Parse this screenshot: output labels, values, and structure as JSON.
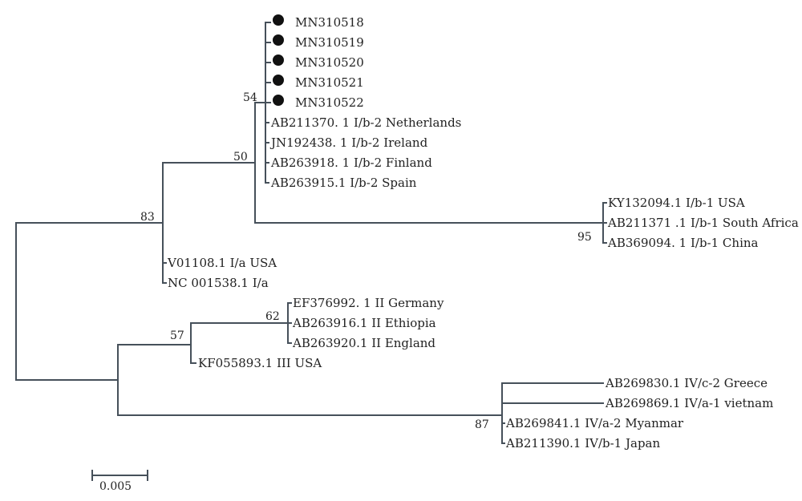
{
  "tree": {
    "taxa": [
      {
        "name": "MN310518",
        "marked": true
      },
      {
        "name": "MN310519",
        "marked": true
      },
      {
        "name": "MN310520",
        "marked": true
      },
      {
        "name": "MN310521",
        "marked": true
      },
      {
        "name": "MN310522",
        "marked": true
      },
      {
        "name": "AB211370. 1 I/b-2 Netherlands",
        "marked": false
      },
      {
        "name": "JN192438. 1 I/b-2 Ireland",
        "marked": false
      },
      {
        "name": "AB263918. 1 I/b-2 Finland",
        "marked": false
      },
      {
        "name": "AB263915.1 I/b-2 Spain",
        "marked": false
      },
      {
        "name": "KY132094.1 I/b-1 USA",
        "marked": false
      },
      {
        "name": "AB211371 .1 I/b-1 South Africa",
        "marked": false
      },
      {
        "name": "AB369094. 1 I/b-1 China",
        "marked": false
      },
      {
        "name": "V01108.1 I/a USA",
        "marked": false
      },
      {
        "name": "NC 001538.1 I/a",
        "marked": false
      },
      {
        "name": "EF376992. 1 II Germany",
        "marked": false
      },
      {
        "name": "AB263916.1 II Ethiopia",
        "marked": false
      },
      {
        "name": "AB263920.1 II England",
        "marked": false
      },
      {
        "name": "KF055893.1 III USA",
        "marked": false
      },
      {
        "name": "AB269830.1 IV/c-2 Greece",
        "marked": false
      },
      {
        "name": "AB269869.1 IV/a-1 vietnam",
        "marked": false
      },
      {
        "name": "AB269841.1 IV/a-2 Myanmar",
        "marked": false
      },
      {
        "name": "AB211390.1 IV/b-1 Japan",
        "marked": false
      }
    ],
    "bootstrap": {
      "n54": "54",
      "n50": "50",
      "n83": "83",
      "n95": "95",
      "n62": "62",
      "n57": "57",
      "n87": "87"
    },
    "scale_bar": {
      "value": 0.005,
      "label": "0.005"
    },
    "colors": {
      "branch": "#46505a",
      "text": "#222222",
      "marker": "#111111"
    }
  }
}
